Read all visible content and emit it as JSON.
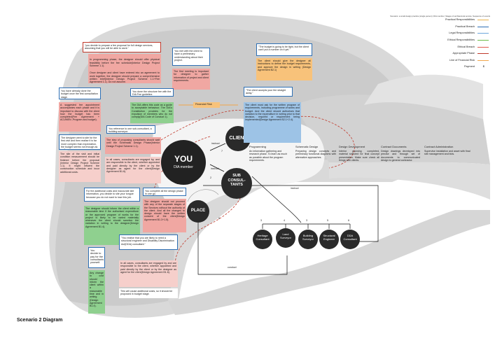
{
  "caption": "Scenario 2 Diagram",
  "legend": {
    "title": "Scenario: a small design practice (single person); DIA member; Stages of architectural service; Sequence of events",
    "items": [
      {
        "label": "Practical Responsibilities",
        "color": "#e8b24a",
        "type": "line"
      },
      {
        "label": "Practical Breach",
        "color": "#2e6fb4",
        "type": "line"
      },
      {
        "label": "Legal Responsibilities",
        "color": "#6fa8dc",
        "type": "line"
      },
      {
        "label": "Ethical Responsibilities",
        "color": "#6ebc4a",
        "type": "line"
      },
      {
        "label": "Ethical Breach",
        "color": "#e05a4f",
        "type": "line"
      },
      {
        "label": "Appropriate Phase",
        "color": "#c0392b",
        "type": "line"
      },
      {
        "label": "Line of Financial Risk",
        "color": "#f1a64a",
        "type": "line"
      },
      {
        "label": "Payment",
        "symbol": "$",
        "type": "symbol"
      }
    ]
  },
  "actors": {
    "you": "YOU",
    "dia_member": "DIA member",
    "client": "CLIENT",
    "sub_consultants": "SUB\nCONSUL-\nTANTS",
    "place": "PLACE",
    "heritage": "Heritage\nConsultant",
    "land_surveyor": "Land\nSurveyor",
    "building_surveyor": "Building\nSurveyor",
    "structural_engineer": "Structural\nEngineer",
    "dda_consultant": "DDA\nConsultant"
  },
  "arrow_labels": {
    "instruct_client": "instruct",
    "instruct_sub": "instruct",
    "instruct_lower": "instruct",
    "conduct": "conduct",
    "num_2": "2",
    "num_3": "3",
    "num_3b": "3",
    "num_4": "4",
    "num_5": "5",
    "num_6": "6",
    "num_7": "7",
    "num_8": "8"
  },
  "financial_risk": "Financial Risk",
  "place_arc": "Financial Risk",
  "stages": [
    {
      "title": "Programming",
      "desc": "An information gathering and research phase. To learn as much as possible about the program requirements."
    },
    {
      "title": "Schematic Design",
      "desc": "Preparing design concepts and preliminary functional diagrams with alternative approaches."
    },
    {
      "title": "Design Development",
      "desc": "Interior planning completed, material selected for final concept presentation. Make sure check all things with clients."
    },
    {
      "title": "Contract Documents",
      "desc": "Design drawings developed into precise and through set of documents to communicated design to general contractor."
    },
    {
      "title": "Contract Administration",
      "desc": "Supervise installation and asset with final site management and bids."
    }
  ],
  "notes": {
    "n1": "\"you decide to prepare a fee proposal for full design services, assuming that you will be able to work.\"",
    "n2a": "In programming phase, the designer should offer physical feasibility before the fee schedule(Interior Design Project Scheme 1.1).",
    "n2b": "Once designer and client have entered into an agreement to work together, the designer should prepare a comprehensive written brief(Interior Design Project Scheme 1.1+Fee Agreement 1.1). Do not assume.",
    "n3": "You met with the client to have a preliminary understanding about their project.",
    "n4": "The first meeting is important for designer to gather information of project and client requirements.",
    "n5": "\"The budget is going to be tight, but the client can't put a number on it yet.\"",
    "n6": "The client should give the designer all instructions to define the budget requirements, and approve the design in writing (Design Agreement B2.1)",
    "n7": "You have already done the budget once the first consultation stage.",
    "n8": "You done the structure fee with the DIA Fee guideline.",
    "n9": "\"The client accepts your fee straight away.\"",
    "n10": "A suggested fee appointment accompanies each phase and it is important to discuss with the client how the budget has been completed(Fee Agreement + ACUMEN -Program and budget).",
    "n11": "The DIA offers this code as a guide to acceptable behaviour. The DIA's Constitution provides for the expulsion of members who do not comply(DIA Code of Conduct 1).",
    "n12": "The client must ask for the written program of requirements, including programme of works and budget. And the client should authorises that variation to the expenditure in writing prior to that decision, required or requirement being implemented(Design Agreement B2.1+2.4).",
    "n13": "You reference to one sub-consultant, a building surveyor.",
    "n14": "The designer went to site for the first visit and then realise it is far more complex than expectation, the budget seems not enough as well.",
    "n15": "The step of proposing consultants should wait until the Schematic Design Phase(Interior Design Project Scheme 1.1).",
    "n16": "In all cases, consultants are engaged by, and are responsible to the client, whether appointed and paid directly by the client or by the designer as agent for the client(Design Agreement B1.6).",
    "n17": "The site of the visit and initial condition measurement should be finished before fee proposal (Interior Design Project Scheme 1.1). It might influent the construction schedule and incur additional costs.",
    "n18": "For the additional costs and inaccurate site information, you decide to site your tongue because you do not want to lose this job.",
    "n19": "You complete all the design phase in one go.",
    "n20": "The designer should not proceed with any of the separate stages of the Services without the authority of the client. And all the changes to design should have the written consent of the client(Design Agreement B1.3+1.5).",
    "n21": "The designer should inform the client within a reasonable time if the authorised expenditure or the approved program of works for the project is likely to be varied materially whenever the client should sanction the variation in writing to the designer(Design Agreement B1.4).",
    "n22": "\"You realise that you are likely to need a structural engineer and Disability Discrimination Act(DDA) consultant.\"",
    "n23": "You decide to pay for the consultants yourself.",
    "n24": "In all cases, consultants are engaged by and are responsible to the client, whether appointed and paid directly by the client or by the designer as agent for the client(Design Agreement B1.6).",
    "n25": "This will cause additional costs, so it should be proposed in budget stage.",
    "n26": "Any change to cost should inform the client within a reasonable time and in writing (Design Agreement B1.4)."
  }
}
